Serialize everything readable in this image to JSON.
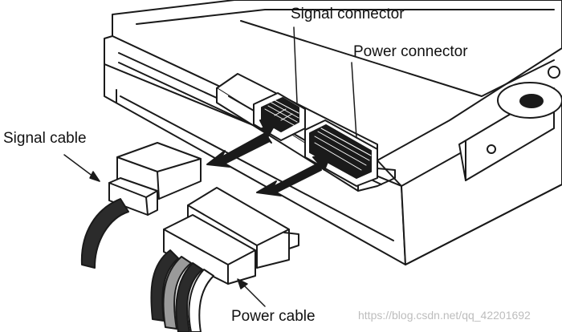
{
  "labels": {
    "signal_connector": "Signal connector",
    "power_connector": "Power connector",
    "signal_cable": "Signal cable",
    "power_cable": "Power cable"
  },
  "watermark": "https://blog.csdn.net/qq_42201692",
  "colors": {
    "line": "#1a1a1a",
    "background": "#ffffff",
    "wire_dark": "#2b2b2b",
    "wire_gray": "#9a9a9a",
    "watermark": "#bdbdbd"
  }
}
